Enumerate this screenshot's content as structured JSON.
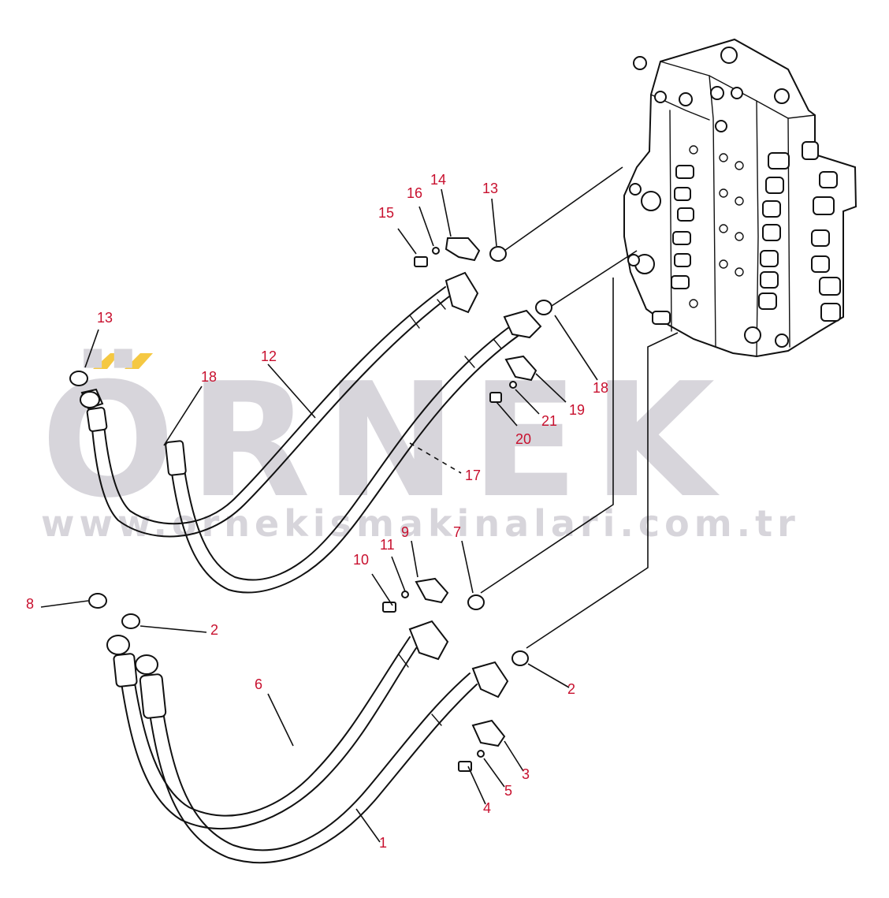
{
  "watermark": {
    "brand": "ÖRNEK",
    "url": "www.ornekismakinalari.com.tr",
    "accent_color": "#f5c842",
    "text_color": "#d7d5db"
  },
  "callout_color": "#c8102e",
  "callouts": {
    "c1": "1",
    "c2a": "2",
    "c2b": "2",
    "c3": "3",
    "c4": "4",
    "c5": "5",
    "c6": "6",
    "c7": "7",
    "c8": "8",
    "c9": "9",
    "c10": "10",
    "c11": "11",
    "c12": "12",
    "c13a": "13",
    "c13b": "13",
    "c14": "14",
    "c15": "15",
    "c16": "16",
    "c17": "17",
    "c18a": "18",
    "c18b": "18",
    "c19": "19",
    "c20": "20",
    "c21": "21"
  }
}
